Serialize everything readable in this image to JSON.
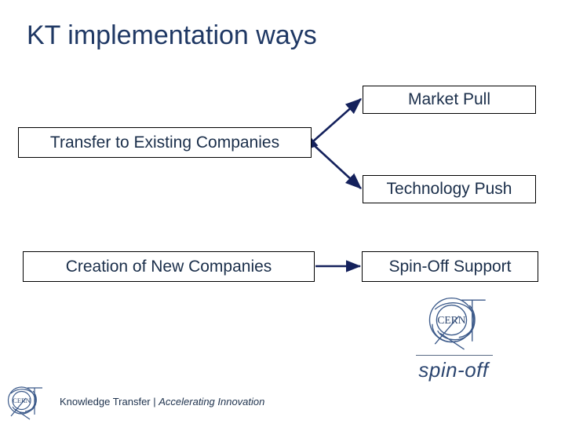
{
  "slide": {
    "title": "KT implementation ways",
    "background_color": "#ffffff",
    "title_color": "#1f3864",
    "box_border_color": "#000000",
    "box_text_color": "#1a2e4a",
    "connector_color": "#14215c"
  },
  "diagram": {
    "nodes": [
      {
        "id": "transfer",
        "label": "Transfer to Existing Companies"
      },
      {
        "id": "market_pull",
        "label": "Market Pull"
      },
      {
        "id": "tech_push",
        "label": "Technology Push"
      },
      {
        "id": "creation",
        "label": "Creation of New Companies"
      },
      {
        "id": "spin_off",
        "label": "Spin-Off Support"
      }
    ],
    "edges": [
      {
        "from": "transfer",
        "to": "market_pull"
      },
      {
        "from": "transfer",
        "to": "tech_push"
      },
      {
        "from": "creation",
        "to": "spin_off"
      }
    ]
  },
  "spinoff_logo": {
    "emblem_text": "CERN",
    "wordmark": "spin-off",
    "color": "#2c4670"
  },
  "footer": {
    "logo_text": "CERN",
    "primary": "Knowledge Transfer | ",
    "italic": "Accelerating Innovation"
  }
}
